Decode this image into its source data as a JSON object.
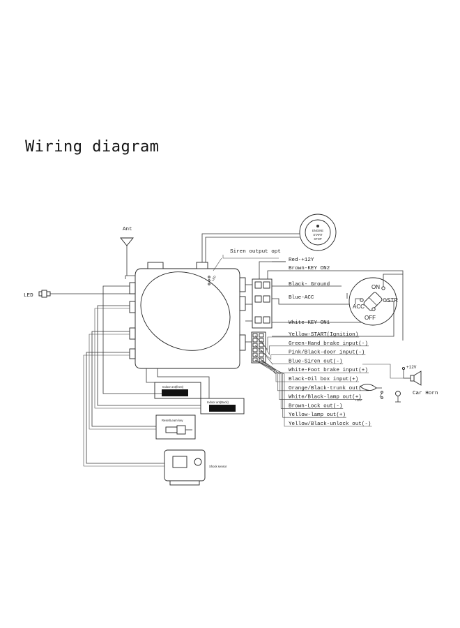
{
  "title": "Wiring diagram",
  "labels": {
    "antenna": "Ant",
    "led": "LED",
    "siren_output": "Siren output opt",
    "push_button_top": "ENGINE",
    "push_button_mid": "START",
    "push_button_bottom": "STOP",
    "indoor_front": "Indoor ant(front)",
    "indoor_back": "Indoor ant(Back)",
    "reset_learn": "Reset/Learn key",
    "shock_sensor": "Shock sensor",
    "car_horn": "Car Horn",
    "horn_voltage": "+12V",
    "lamp_voltage": "+12V"
  },
  "switch_positions": {
    "on": "ON",
    "acc": "ACC",
    "off": "OFF",
    "str": "STR"
  },
  "wires_top": [
    "Red-+12Y",
    "Brown-KEY ON2",
    "Black- Ground",
    "Blue-ACC",
    "White-KEY ON1"
  ],
  "wires_bottom": [
    "Yellow-START(Ignition)",
    "Green-Hand brake input(-)",
    "Pink/Black-door input(-)",
    "Blue-Siren out(-)",
    "White-Foot brake input(+)",
    "Black-Oil box input(+)",
    "Orange/Black-trunk out(-)",
    "White/Black-lamp out(+)",
    "Brown-Lock out(-)",
    "Yellow-lamp out(+)",
    "Yellow/Black-unlock out(-)"
  ],
  "colors": {
    "ink": "#222222",
    "background": "#ffffff"
  }
}
